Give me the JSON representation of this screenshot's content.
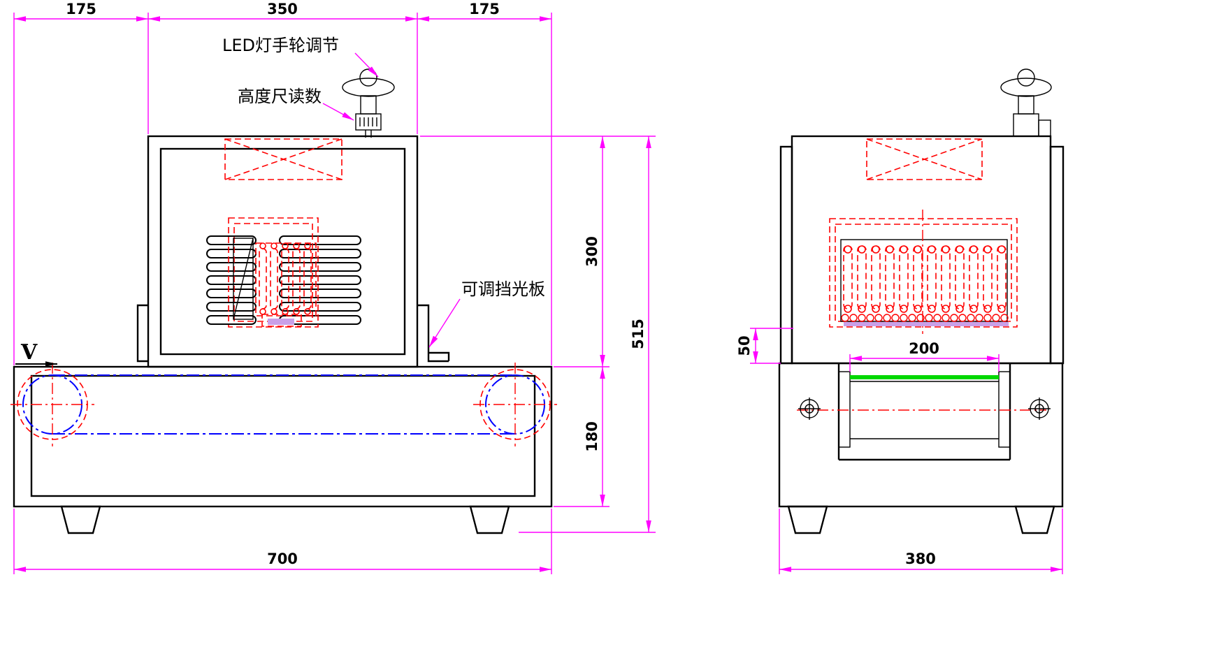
{
  "front_view": {
    "annotations": {
      "led_handwheel": "LED灯手轮调节",
      "height_gauge": "高度尺读数",
      "adjustable_shield": "可调挡光板",
      "belt_direction": "V"
    },
    "dimensions": {
      "top_left": "175",
      "top_center": "350",
      "top_right": "175",
      "upper_height": "300",
      "total_height": "515",
      "base_height": "180",
      "total_width": "700"
    }
  },
  "side_view": {
    "dimensions": {
      "belt_width": "200",
      "lamp_gap": "50",
      "total_width": "380"
    }
  },
  "colors": {
    "dimension": "#ff00ff",
    "component": "#ff0000",
    "belt_path": "#0000ff",
    "belt_surface": "#00d800",
    "outline": "#000000",
    "lamp_window": "#c9a0e8",
    "background": "#ffffff"
  }
}
